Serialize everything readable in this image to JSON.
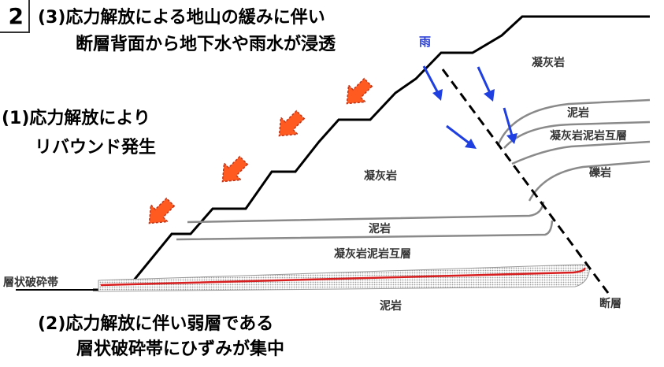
{
  "figure_number": "2",
  "annotations": {
    "rebound_line1": "(1)応力解放により",
    "rebound_line2": "リバウンド発生",
    "strain_line1": "(2)応力解放に伴い弱層である",
    "strain_line2": "層状破砕帯にひずみが集中",
    "infiltration_line1": "(3)応力解放による地山の緩みに伴い",
    "infiltration_line2": "断層背面から地下水や雨水が浸透"
  },
  "rain_label": "雨",
  "layers": {
    "tuff_left": "凝灰岩",
    "tuff_right": "凝灰岩",
    "mudstone_right": "泥岩",
    "alternation_right": "凝灰岩泥岩互層",
    "conglomerate": "礫岩",
    "mudstone_mid": "泥岩",
    "alternation_left": "凝灰岩泥岩互層",
    "crushed_zone": "層状破砕帯",
    "mudstone_bottom": "泥岩",
    "fault": "断層"
  },
  "colors": {
    "rebound_arrow": "#ff5a1f",
    "rebound_arrow_outline": "#c0351a",
    "water_arrow": "#1f3fe0",
    "crushed_zone_line": "#d81e1e",
    "outline": "#000000",
    "boundary": "#8a8a8a"
  }
}
